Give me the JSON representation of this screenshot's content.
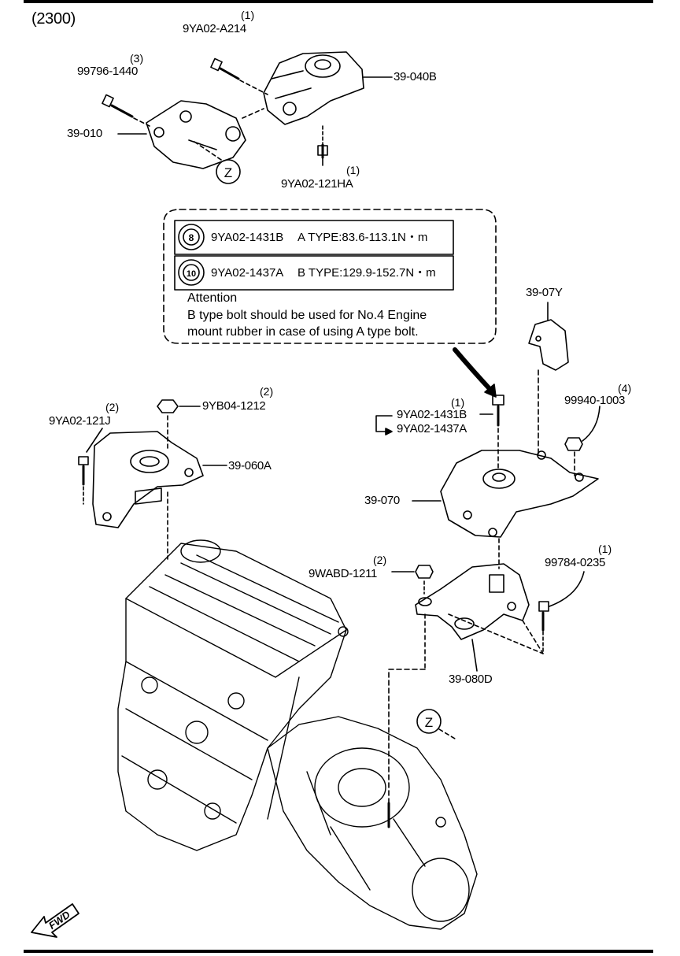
{
  "title": "(2300)",
  "parts": [
    {
      "id": "p1",
      "number": "9YA02-A214",
      "qty": "(1)"
    },
    {
      "id": "p2",
      "number": "99796-1440",
      "qty": "(3)"
    },
    {
      "id": "p3",
      "number": "39-040B",
      "qty": ""
    },
    {
      "id": "p4",
      "number": "39-010",
      "qty": ""
    },
    {
      "id": "p5",
      "number": "9YA02-121HA",
      "qty": "(1)"
    },
    {
      "id": "p6",
      "number": "39-07Y",
      "qty": ""
    },
    {
      "id": "p7",
      "number": "9YB04-1212",
      "qty": "(2)"
    },
    {
      "id": "p8",
      "number": "9YA02-121J",
      "qty": "(2)"
    },
    {
      "id": "p9",
      "number": "39-060A",
      "qty": ""
    },
    {
      "id": "p10",
      "number": "9YA02-1431B",
      "qty": "(1)"
    },
    {
      "id": "p11",
      "number": "9YA02-1437A",
      "qty": ""
    },
    {
      "id": "p12",
      "number": "99940-1003",
      "qty": "(4)"
    },
    {
      "id": "p13",
      "number": "39-070",
      "qty": ""
    },
    {
      "id": "p14",
      "number": "9WABD-1211",
      "qty": "(2)"
    },
    {
      "id": "p15",
      "number": "99784-0235",
      "qty": "(1)"
    },
    {
      "id": "p16",
      "number": "39-080D",
      "qty": ""
    }
  ],
  "ref_marks": [
    "Z",
    "Z"
  ],
  "torque_box": {
    "rows": [
      {
        "symbol": "8",
        "part": "9YA02-1431B",
        "spec": "A TYPE:83.6-113.1N・m"
      },
      {
        "symbol": "10",
        "part": "9YA02-1437A",
        "spec": "B TYPE:129.9-152.7N・m"
      }
    ],
    "attention_title": "Attention",
    "attention_text_1": "B type bolt should be used for No.4 Engine",
    "attention_text_2": "mount rubber in case of using A type bolt."
  },
  "fwd_label": "FWD"
}
